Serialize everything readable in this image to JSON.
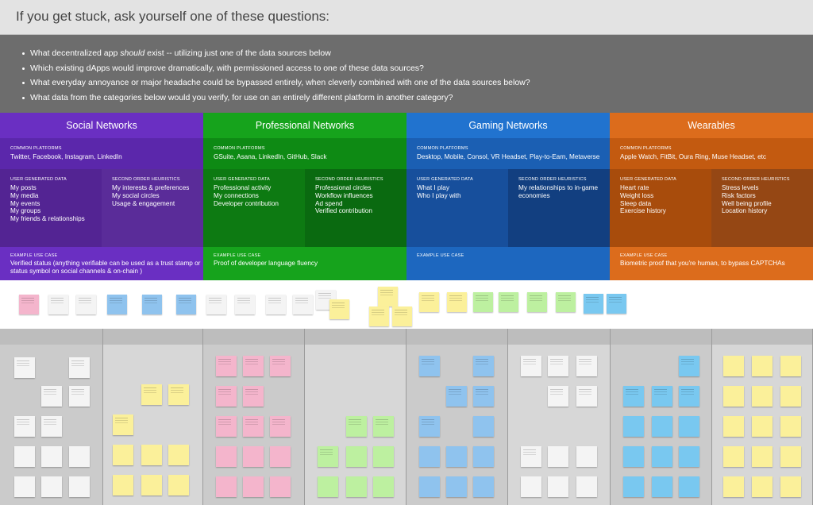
{
  "title": "If you get stuck, ask yourself one of these questions:",
  "questions": [
    [
      "What decentralized app ",
      "should",
      " exist -- utilizing just one of the data sources below"
    ],
    [
      "Which existing dApps would improve dramatically, with permissioned access to one of these data sources?",
      "",
      ""
    ],
    [
      "What everyday annoyance or major headache could be bypassed entirely, when cleverly combined with one of the data sources below?",
      "",
      ""
    ],
    [
      "What data from the categories below would you verify, for use on an entirely different platform in another category?",
      "",
      ""
    ]
  ],
  "labels": {
    "common_platforms": "COMMON PLATFORMS",
    "user_generated": "USER GENERATED DATA",
    "second_order": "SECOND ORDER HEURISTICS",
    "example_use_case": "EXAMPLE USE CASE"
  },
  "categories": [
    {
      "name": "Social Networks",
      "colors": {
        "head": "#6a2fc2",
        "platforms": "#5b27ab",
        "ugc": "#532493",
        "soh": "#5a2c99",
        "use": "#6a2fc2"
      },
      "platforms": "Twitter, Facebook, Instagram, LinkedIn",
      "user_generated": [
        "My posts",
        "My media",
        "My events",
        "My groups",
        "My friends & relationships"
      ],
      "second_order": [
        "My interests & preferences",
        "My social circles",
        "Usage & engagement"
      ],
      "use_case": [
        "Verified status (anything verifiable can be used as a trust stamp or",
        "status symbol on social channels & on-chain )"
      ]
    },
    {
      "name": "Professional Networks",
      "colors": {
        "head": "#16a31c",
        "platforms": "#0e8a14",
        "ugc": "#0d7a12",
        "soh": "#0a6a10",
        "use": "#16a31c"
      },
      "platforms": "GSuite, Asana, LinkedIn, GitHub, Slack",
      "user_generated": [
        "Professional activity",
        "My connections",
        "Developer contribution"
      ],
      "second_order": [
        "Professional circles",
        "Workflow influences",
        "Ad spend",
        "Verified contribution"
      ],
      "use_case": [
        "Proof of developer language fluency"
      ]
    },
    {
      "name": "Gaming Networks",
      "colors": {
        "head": "#2173cf",
        "platforms": "#1b5fb3",
        "ugc": "#174f9c",
        "soh": "#123f80",
        "use": "#1d67bf"
      },
      "platforms": "Desktop, Mobile, Consol, VR Headset, Play-to-Earn, Metaverse",
      "user_generated": [
        "What I play",
        "Who I play with"
      ],
      "second_order": [
        "My relationships to in-game",
        "economies"
      ],
      "use_case": []
    },
    {
      "name": "Wearables",
      "colors": {
        "head": "#dc6c1c",
        "platforms": "#c35a10",
        "ugc": "#a84c0c",
        "soh": "#954714",
        "use": "#dc6c1c"
      },
      "platforms": "Apple Watch, FitBit, Oura Ring, Muse Headset, etc",
      "user_generated": [
        "Heart rate",
        "Weight loss",
        "Sleep data",
        "Exercise history"
      ],
      "second_order": [
        "Stress levels",
        "Risk factors",
        "Well being profile",
        "Location history"
      ],
      "use_case": [
        "Biometric proof that you're human, to bypass CAPTCHAs"
      ]
    }
  ],
  "note_colors": {
    "pink": "#f4b5cc",
    "white": "#f4f4f4",
    "blue": "#8fc3ee",
    "yellow": "#fbf09a",
    "green": "#bdf0a0",
    "cyan": "#79c8f0"
  }
}
